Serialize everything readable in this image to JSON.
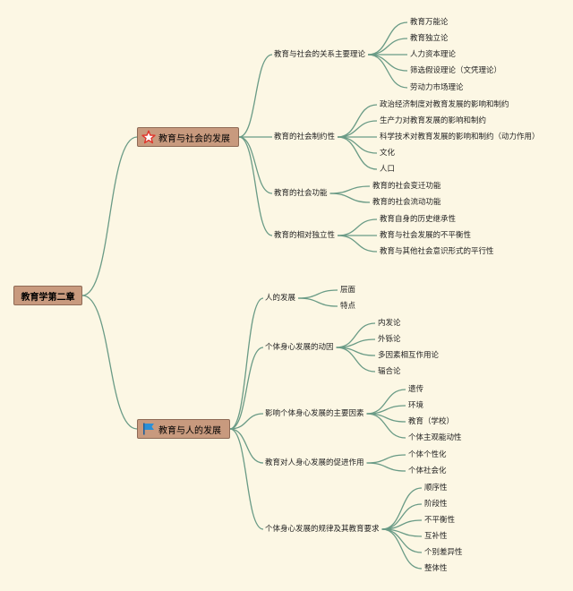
{
  "root": {
    "label": "教育学第二章"
  },
  "branches": [
    {
      "label": "教育与社会的发展",
      "icon": "star-icon",
      "children": [
        {
          "label": "教育与社会的关系主要理论",
          "children": [
            "教育万能论",
            "教育独立论",
            "人力资本理论",
            "筛选假设理论（文凭理论）",
            "劳动力市场理论"
          ]
        },
        {
          "label": "教育的社会制约性",
          "children": [
            "政治经济制度对教育发展的影响和制约",
            "生产力对教育发展的影响和制约",
            "科学技术对教育发展的影响和制约（动力作用）",
            "文化",
            "人口"
          ]
        },
        {
          "label": "教育的社会功能",
          "children": [
            "教育的社会变迁功能",
            "教育的社会流动功能"
          ]
        },
        {
          "label": "教育的相对独立性",
          "children": [
            "教育自身的历史继承性",
            "教育与社会发展的不平衡性",
            "教育与其他社会意识形式的平行性"
          ]
        }
      ]
    },
    {
      "label": "教育与人的发展",
      "icon": "flag-icon",
      "children": [
        {
          "label": "人的发展",
          "children": [
            "层面",
            "特点"
          ]
        },
        {
          "label": "个体身心发展的动因",
          "children": [
            "内发论",
            "外铄论",
            "多因素相互作用论",
            "辐合论"
          ]
        },
        {
          "label": "影响个体身心发展的主要因素",
          "children": [
            "遗传",
            "环境",
            "教育（学校）",
            "个体主观能动性"
          ]
        },
        {
          "label": "教育对人身心发展的促进作用",
          "children": [
            "个体个性化",
            "个体社会化"
          ]
        },
        {
          "label": "个体身心发展的规律及其教育要求",
          "children": [
            "顺序性",
            "阶段性",
            "不平衡性",
            "互补性",
            "个别差异性",
            "整体性"
          ]
        }
      ]
    }
  ],
  "colors": {
    "background": "#fcf7e4",
    "node_fill": "#c89a7e",
    "line": "#6a9b86",
    "star": "#e0342a",
    "flag": "#2a8fd6"
  }
}
